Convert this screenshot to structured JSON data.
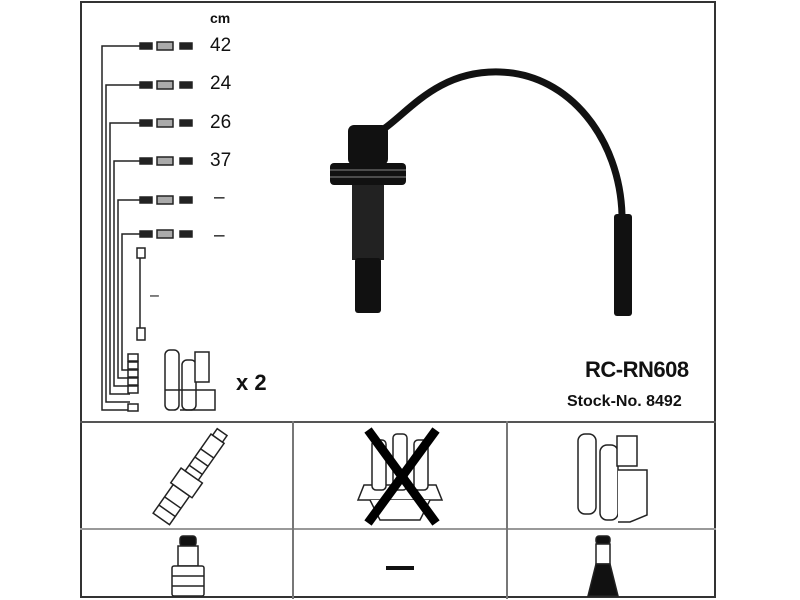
{
  "unit_label": "cm",
  "lengths": [
    "42",
    "24",
    "26",
    "37",
    "–",
    "–"
  ],
  "coil_wire_length": "–",
  "quantity": "x 2",
  "part_number": "RC-RN608",
  "stock_number": "Stock-No. 8492",
  "distributor_cap_value": "—"
}
